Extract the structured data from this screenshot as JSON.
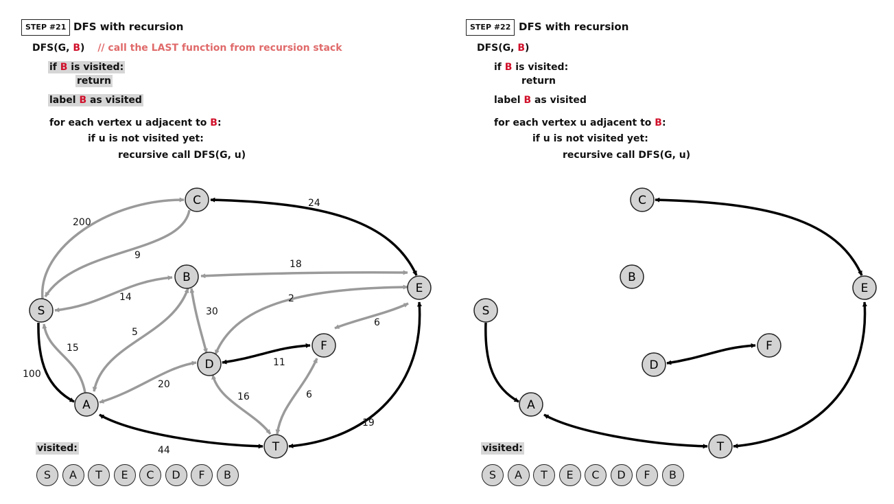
{
  "panels": [
    {
      "step": "STEP #21",
      "title": "DFS with recursion",
      "code": {
        "header": "DFS(G, ",
        "header_arg": "B",
        "header_close": ")",
        "comment": "// call the LAST function from recursion stack",
        "line_if_pre": "if ",
        "line_if_var": "B",
        "line_if_post": " is visited:",
        "line_return": "return",
        "line_label_pre": "label ",
        "line_label_var": "B",
        "line_label_post": " as visited",
        "line_for_pre": "for each vertex u adjacent to ",
        "line_for_var": "B",
        "line_for_post": ":",
        "line_ifnot": "if u is not visited yet:",
        "line_call": "recursive call DFS(G, u)"
      },
      "visited_label": "visited:",
      "visited": [
        "S",
        "A",
        "T",
        "E",
        "C",
        "D",
        "F",
        "B"
      ]
    },
    {
      "step": "STEP #22",
      "title": "DFS with recursion",
      "code": {
        "header": "DFS(G, ",
        "header_arg": "B",
        "header_close": ")",
        "comment": "",
        "line_if_pre": "if ",
        "line_if_var": "B",
        "line_if_post": " is visited:",
        "line_return": "return",
        "line_label_pre": "label ",
        "line_label_var": "B",
        "line_label_post": " as visited",
        "line_for_pre": "for each vertex u adjacent to ",
        "line_for_var": "B",
        "line_for_post": ":",
        "line_ifnot": "if u is not visited yet:",
        "line_call": "recursive call DFS(G, u)"
      },
      "visited_label": "visited:",
      "visited": [
        "S",
        "A",
        "T",
        "E",
        "C",
        "D",
        "F",
        "B"
      ]
    }
  ],
  "colors": {
    "tree_edge": "#000000",
    "non_tree_edge": "#9a9a9a",
    "node_fill": "#d3d3d3",
    "highlight": "#d6d6d6",
    "var_red": "#d0102a",
    "comment": "#e06a6a"
  },
  "graph21": {
    "nodes": [
      "C",
      "B",
      "E",
      "S",
      "F",
      "D",
      "A",
      "T"
    ],
    "edges": [
      {
        "from": "S",
        "to": "C",
        "weight": "200",
        "tree": false
      },
      {
        "from": "C",
        "to": "S",
        "weight": "9",
        "tree": false
      },
      {
        "from": "C",
        "to": "E",
        "weight": "24",
        "tree": true
      },
      {
        "from": "E",
        "to": "B",
        "weight": "18",
        "tree": false
      },
      {
        "from": "B",
        "to": "S",
        "weight": "14",
        "tree": false
      },
      {
        "from": "E",
        "to": "D",
        "weight": "2",
        "tree": false
      },
      {
        "from": "B",
        "to": "D",
        "weight": "30",
        "tree": false
      },
      {
        "from": "A",
        "to": "B",
        "weight": "5",
        "tree": false
      },
      {
        "from": "A",
        "to": "S",
        "weight": "15",
        "tree": false
      },
      {
        "from": "S",
        "to": "A",
        "weight": "100",
        "tree": true
      },
      {
        "from": "D",
        "to": "F",
        "weight": "11",
        "tree": true
      },
      {
        "from": "F",
        "to": "E",
        "weight": "6",
        "tree": false
      },
      {
        "from": "A",
        "to": "D",
        "weight": "20",
        "tree": false
      },
      {
        "from": "D",
        "to": "T",
        "weight": "16",
        "tree": false
      },
      {
        "from": "T",
        "to": "F",
        "weight": "6",
        "tree": false
      },
      {
        "from": "E",
        "to": "T",
        "weight": "19",
        "tree": true
      },
      {
        "from": "A",
        "to": "T",
        "weight": "44",
        "tree": true
      }
    ]
  },
  "graph22": {
    "nodes": [
      "C",
      "B",
      "E",
      "S",
      "F",
      "D",
      "A",
      "T"
    ],
    "edges": [
      {
        "from": "C",
        "to": "E",
        "tree": true
      },
      {
        "from": "S",
        "to": "A",
        "tree": true
      },
      {
        "from": "D",
        "to": "F",
        "tree": true
      },
      {
        "from": "A",
        "to": "T",
        "tree": true
      },
      {
        "from": "T",
        "to": "E",
        "tree": true
      }
    ]
  }
}
